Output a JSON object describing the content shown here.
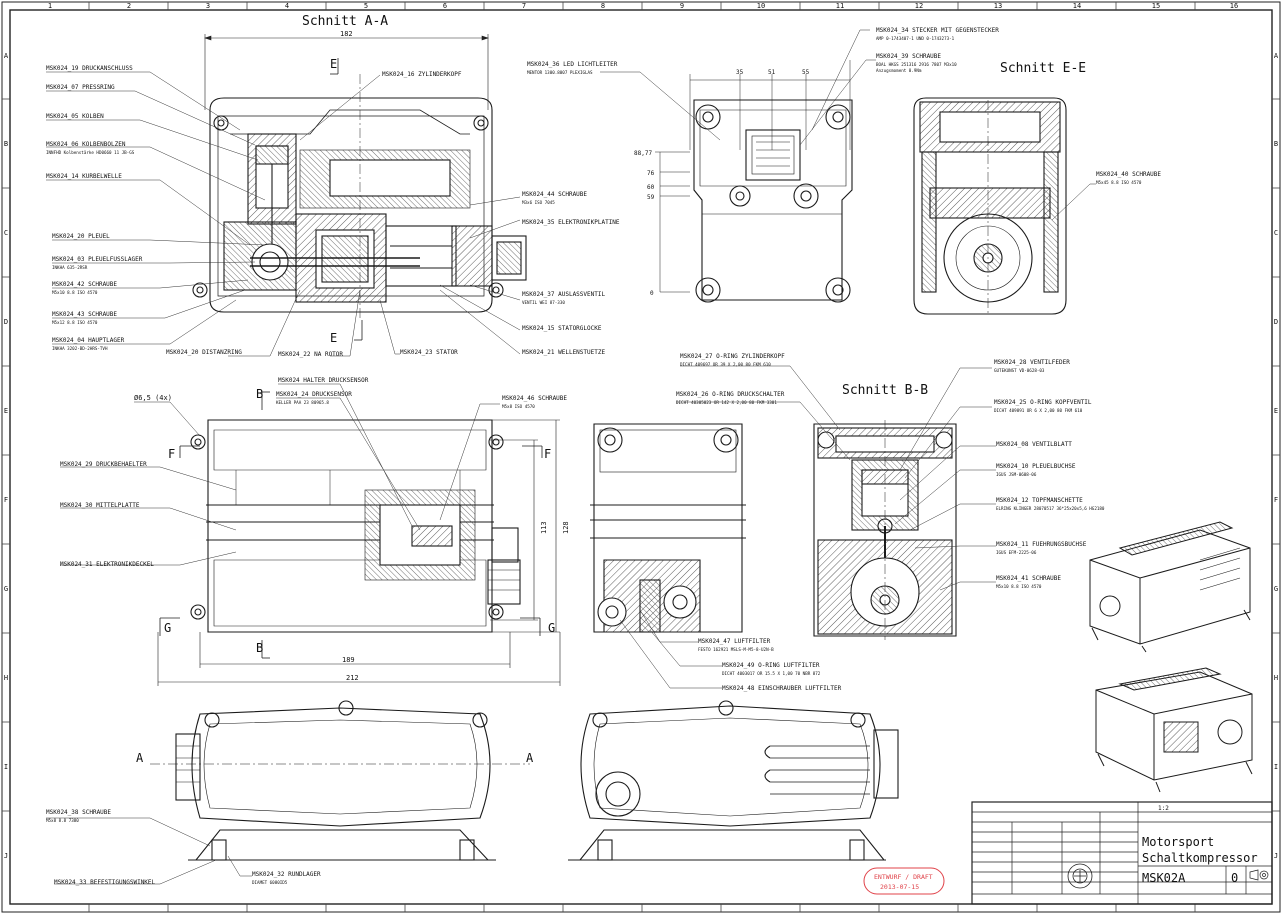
{
  "grid": {
    "cols": [
      "1",
      "2",
      "3",
      "4",
      "5",
      "6",
      "7",
      "8",
      "9",
      "10",
      "11",
      "12",
      "13",
      "14",
      "15",
      "16"
    ],
    "rows": [
      "A",
      "B",
      "C",
      "D",
      "E",
      "F",
      "G",
      "H",
      "I",
      "J"
    ]
  },
  "sections": {
    "aa": "Schnitt A-A",
    "ee": "Schnitt E-E",
    "bb": "Schnitt B-B"
  },
  "section_markers": {
    "e": "E",
    "b": "B",
    "f": "F",
    "g": "G",
    "a": "A"
  },
  "dimensions": {
    "width_182": "182",
    "width_189": "189",
    "width_212": "212",
    "height_113": "113",
    "height_128": "128",
    "holes": "Ø6,5 (4x)",
    "dim_88_77": "88,77",
    "dim_76": "76",
    "dim_60": "60",
    "dim_59": "59",
    "dim_0": "0",
    "dim_35": "35",
    "dim_51": "51",
    "dim_55": "55"
  },
  "labels": {
    "l19": "MSK024_19 DRUCKANSCHLUSS",
    "l07": "MSK024_07 PRESSRING",
    "l05": "MSK024_05 KOLBEN",
    "l06": "MSK024_06 KOLBENBOLZEN",
    "l06s": "INNFHD Kolbenstärke HD0660 11 JB-GS",
    "l14": "MSK024_14 KURBELWELLE",
    "l20": "MSK024_20 PLEUEL",
    "l03": "MSK024_03 PLEUELFUSSLAGER",
    "l03s": "INKHA 635-2RSR",
    "l42": "MSK024_42 SCHRAUBE",
    "l42s": "M5x10 8.8 ISO 4570",
    "l43": "MSK024_43 SCHRAUBE",
    "l43s": "M5x12 8.8 ISO 4570",
    "l04": "MSK024_04 HAUPTLAGER",
    "l04s": "INKHA 3202-BD-2HRS-TVH",
    "l20b": "MSK024_20 DISTANZRING",
    "l22": "MSK024_22 NA ROTOR",
    "l23": "MSK024_23 STATOR",
    "l21": "MSK024_21 WELLENSTUETZE",
    "l15": "MSK024_15 STATORGLOCKE",
    "l16": "MSK024_16 ZYLINDERKOPF",
    "l44": "MSK024_44 SCHRAUBE",
    "l44s": "M3x6 ISO 7045",
    "l35": "MSK024_35 ELEKTRONIKPLATINE",
    "l37": "MSK024_37 AUSLASSVENTIL",
    "l37s": "VENTIL WEI 87-330",
    "l36": "MSK024_36 LED LICHTLEITER",
    "l36s": "MENTOR 1300.8007 PLEXIGLAS",
    "l34": "MSK024_34 STECKER MIT GEGENSTECKER",
    "l34s": "AMP 0-1743407-1 UND 0-1743273-1",
    "l39": "MSK024_39 SCHRAUBE",
    "l39s": "BOAL HKGS 251316 2916 7807 M3x10",
    "l39t": "Anzugsmoment 0.9Nm",
    "l40": "MSK024_40 SCHRAUBE",
    "l40s": "M5x45 8.8 ISO 4570",
    "lhalter": "MSK024 HALTER DRUCKSENSOR",
    "l24": "MSK024_24 DRUCKSENSOR",
    "l24s": "KELLER PAA 23 80965.8",
    "l46": "MSK024_46 SCHRAUBE",
    "l46s": "M5x8 ISO 4570",
    "l29": "MSK024_29 DRUCKBEHAELTER",
    "l30": "MSK024_30 MITTELPLATTE",
    "l31": "MSK024_31 ELEKTRONIKDECKEL",
    "l27": "MSK024_27 O-RING ZYLINDERKOPF",
    "l27s": "DICHT 409697 OR 39 X 2,00 80 FKM 610",
    "l26": "MSK024_26 O-RING DRUCKSCHALTER",
    "l26s": "DICHT 40305023 OR 142 X 2,00 80 FKM 3301",
    "l28": "MSK024_28 VENTILFEDER",
    "l28s": "GUTEKUNST VD-0628-03",
    "l25": "MSK024_25 O-RING KOPFVENTIL",
    "l25s": "DICHT 409891 OR 6 X 2,00 80 FKM 610",
    "l08": "MSK024_08 VENTILBLATT",
    "l10": "MSK024_10 PLEUELBUCHSE",
    "l10s": "IGUS JSM-0608-06",
    "l12": "MSK024_12 TOPFMANSCHETTE",
    "l12s": "ELRING KLINGER 28070517 36*25x20x5,6 HG2180",
    "l11": "MSK024_11 FUEHRUNGSBUCHSE",
    "l11s": "IGUS EFM-2225-06",
    "l41": "MSK024_41 SCHRAUBE",
    "l41s": "M5x10 8.8 ISO 4570",
    "l47": "MSK024_47 LUFTFILTER",
    "l47s": "FESTO 162921 MSLS-M-M5-8-U2N-B",
    "l49": "MSK024_49 O-RING LUFTFILTER",
    "l49s": "DICHT 4003017 OR 15.5 X 1,00 70 NBR 872",
    "l48": "MSK024_48 EINSCHRAUBER LUFTFILTER",
    "l38": "MSK024_38 SCHRAUBE",
    "l38s": "M5x8 8.8 7380",
    "l33": "MSK024_33 BEFESTIGUNGSWINKEL",
    "l32": "MSK024_32 RUNDLAGER",
    "l32s": "DIAMET 6080ID5"
  },
  "stamp": {
    "line1": "ENTWURF / DRAFT",
    "line2": "2013-07-15"
  },
  "title_block": {
    "title1": "Motorsport",
    "title2": "Schaltkompressor",
    "drawing_no": "MSK02A",
    "revision": "0",
    "scale": "1:2"
  },
  "colors": {
    "line": "#1b1b1b",
    "hatch": "#2a2a2a",
    "stamp": "#e0434a"
  },
  "icons": {
    "projection": "projection-symbol-icon",
    "logo": "company-logo-icon"
  }
}
